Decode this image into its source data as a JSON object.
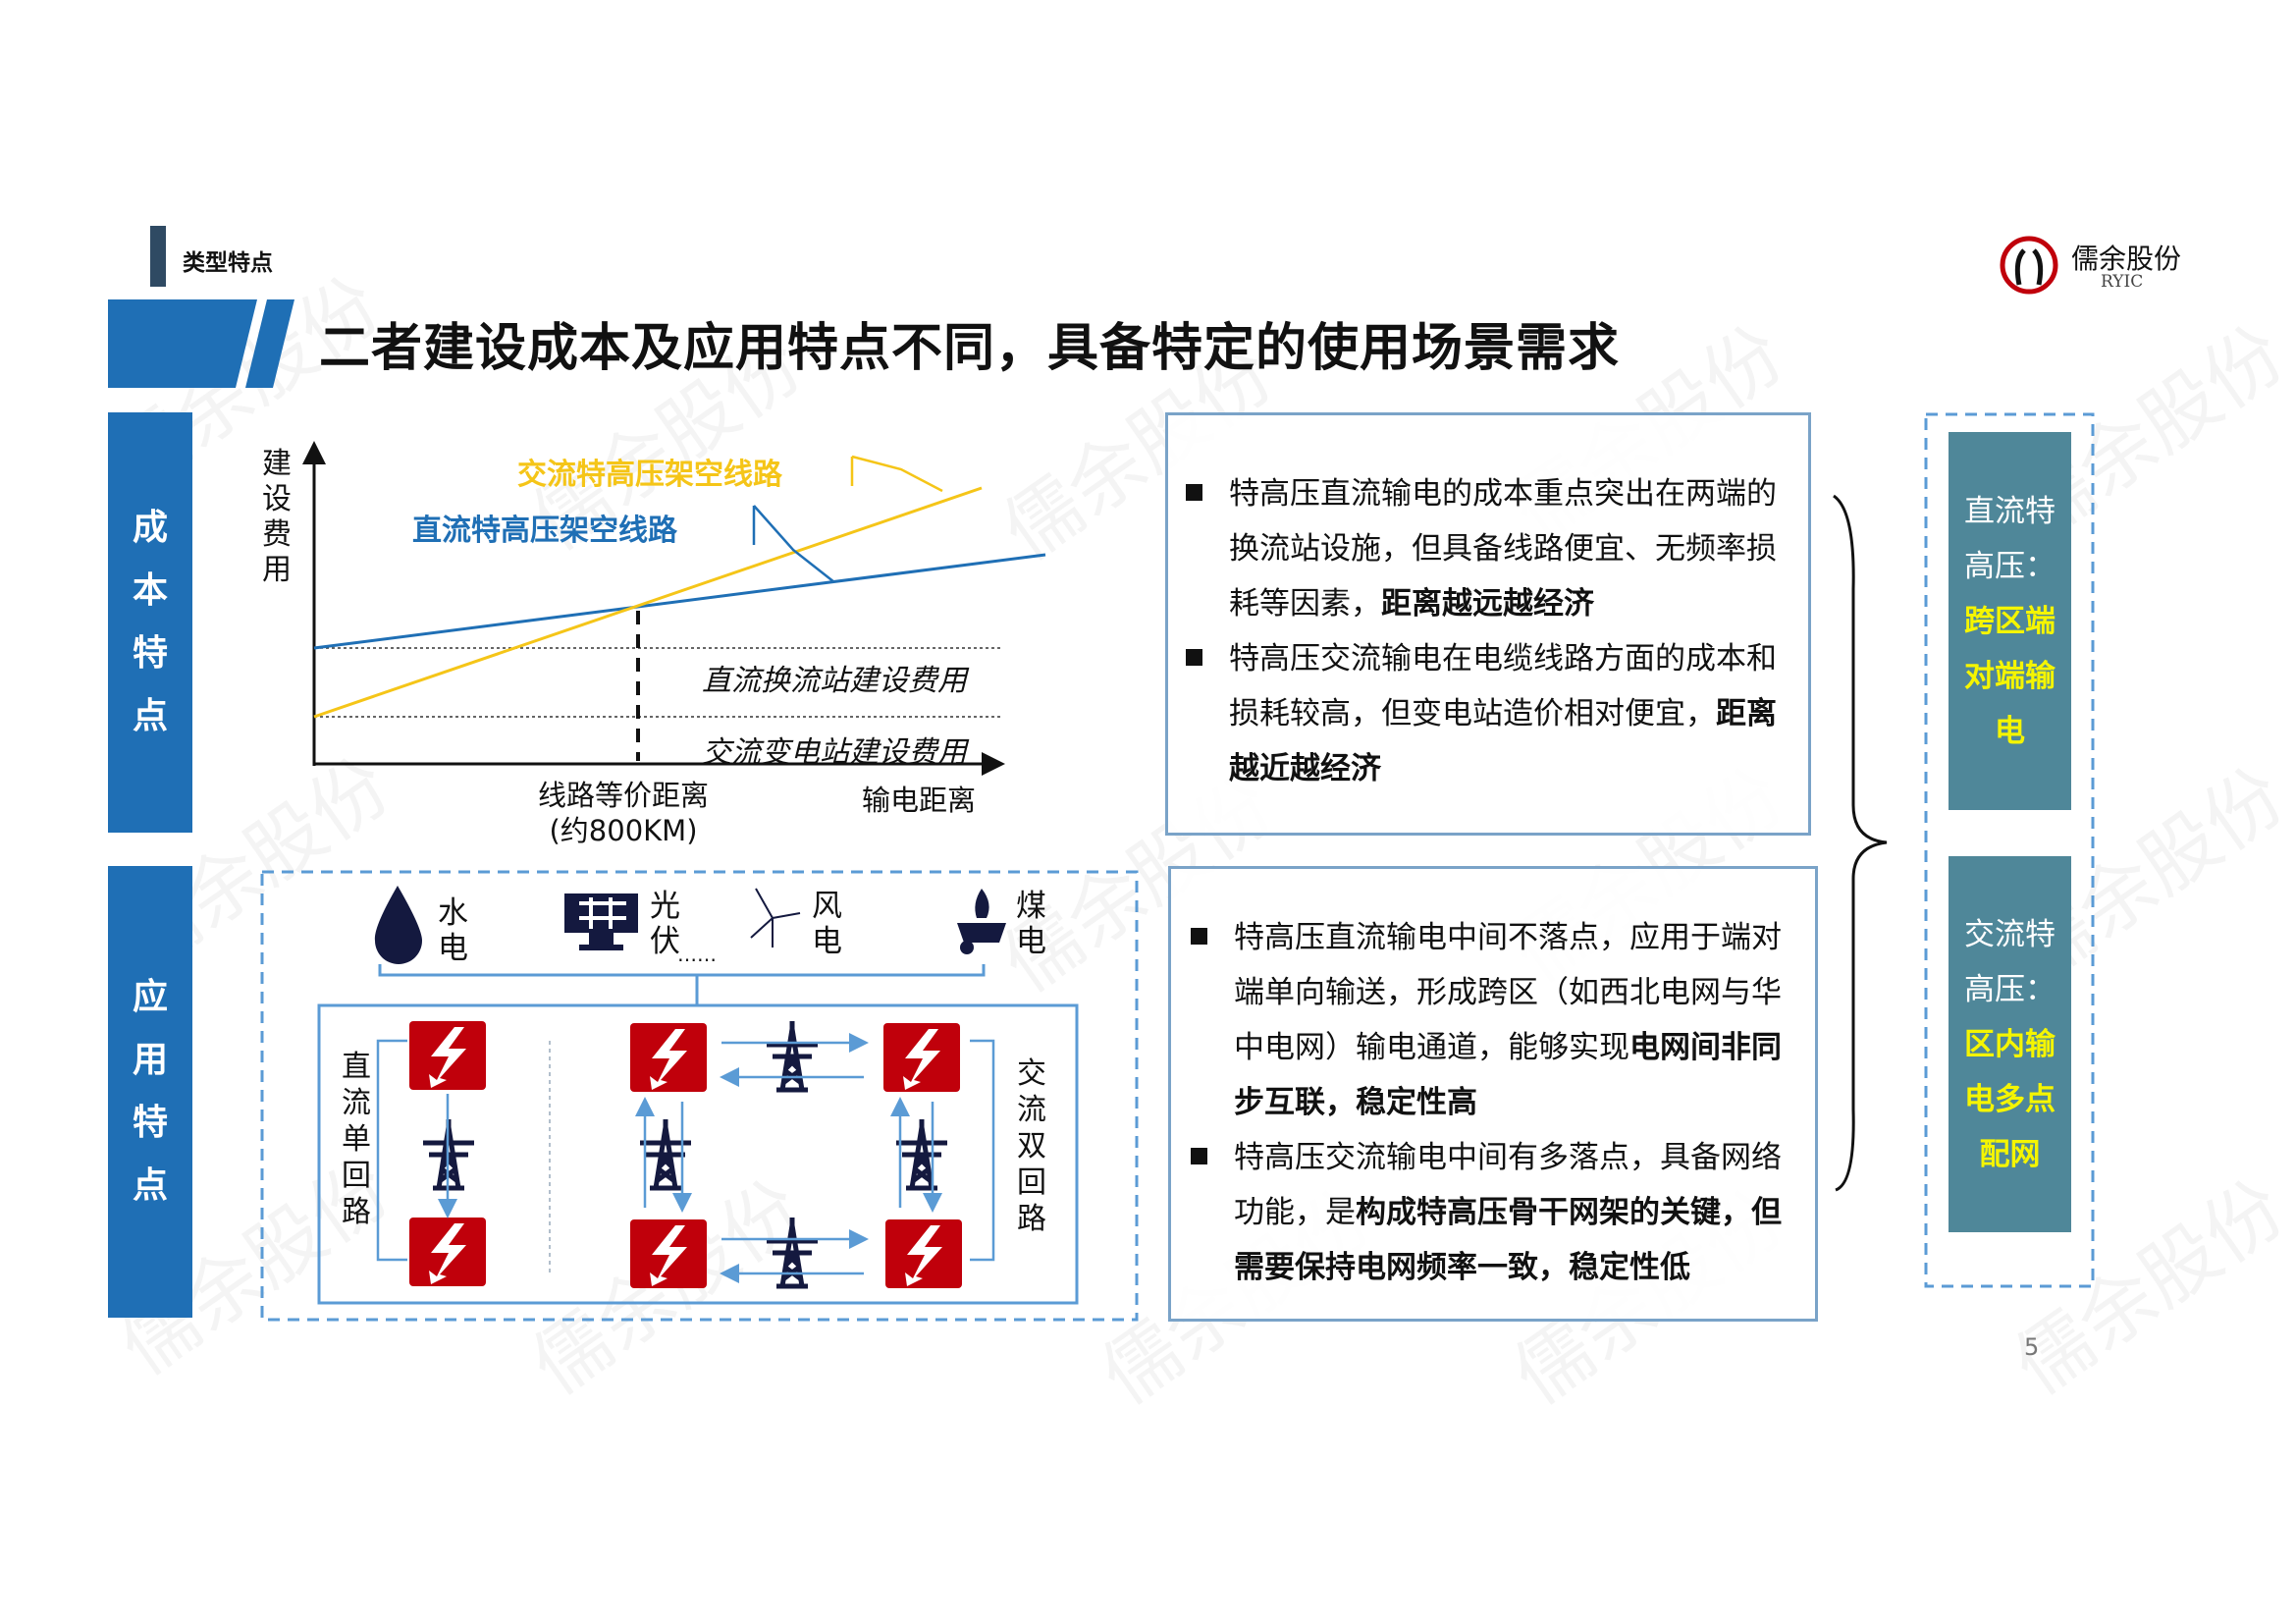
{
  "header": {
    "section_tag": "类型特点",
    "title": "二者建设成本及应用特点不同，具备特定的使用场景需求",
    "logo": {
      "name": "儒余股份",
      "sub": "RYIC"
    }
  },
  "watermark": "儒余股份",
  "colors": {
    "blue": "#1f6fb5",
    "yellow": "#f5c518",
    "teal": "#4f8799",
    "red": "#c0000b",
    "navy": "#14193f",
    "highlight": "#f5f500"
  },
  "cost_section": {
    "label": [
      "成",
      "本",
      "特",
      "点"
    ],
    "chart": {
      "y_label": "建设费用",
      "x_label": "输电距离",
      "ac_line_label": "交流特高压架空线路",
      "dc_line_label": "直流特高压架空线路",
      "dc_station_label": "直流换流站建设费用",
      "ac_station_label": "交流变电站建设费用",
      "breakeven_label": "线路等价距离",
      "breakeven_value": "(约800KM)"
    },
    "text_box": {
      "bullets": [
        {
          "normal": "特高压直流输电的成本重点突出在两端的换流站设施，但具备线路便宜、无频率损耗等因素，",
          "bold": "距离越远越经济"
        },
        {
          "normal": "特高压交流输电在电缆线路方面的成本和损耗较高，但变电站造价相对便宜，",
          "bold": "距离越近越经济"
        }
      ]
    }
  },
  "application_section": {
    "label": [
      "应",
      "用",
      "特",
      "点"
    ],
    "sources": [
      {
        "icon": "water-drop",
        "label": "水电"
      },
      {
        "icon": "solar-panel",
        "label": "光伏"
      },
      {
        "icon": "wind-turbine",
        "label": "风电"
      },
      {
        "icon": "coal-cart",
        "label": "煤电"
      }
    ],
    "ellipsis": "……",
    "dc_label": "直流单回路",
    "ac_label": "交流双回路",
    "text_box": {
      "bullets": [
        {
          "normal": "特高压直流输电中间不落点，应用于端对端单向输送，形成跨区（如西北电网与华中电网）输电通道，能够实现",
          "bold": "电网间非同步互联，稳定性高",
          "tail": ""
        },
        {
          "normal": "特高压交流输电中间有多落点，具备网络功能，是",
          "bold": "构成特高压骨干网架的关键，但需要保持电网频率一致，稳定性低",
          "tail": ""
        }
      ]
    }
  },
  "summary": {
    "dc": {
      "title": "直流特高压：",
      "highlight": "跨区端对端输电"
    },
    "ac": {
      "title": "交流特高压：",
      "highlight": "区内输电多点配网"
    }
  },
  "page_number": "5"
}
